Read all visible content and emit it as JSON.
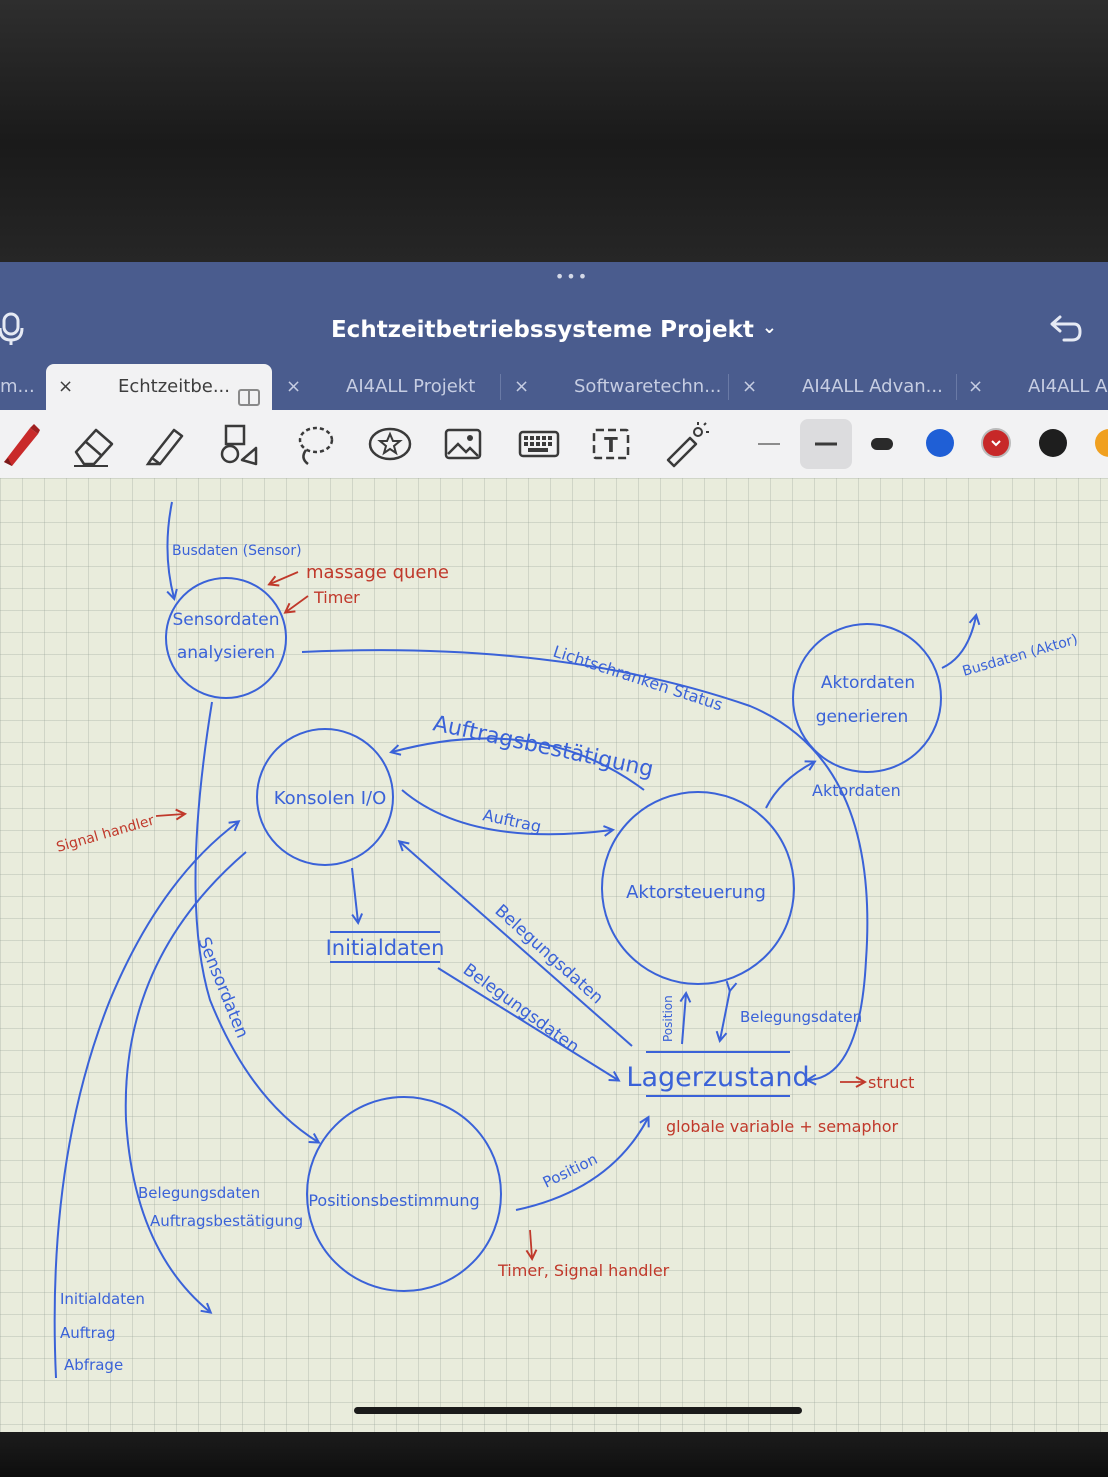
{
  "app": {
    "document_title": "Echtzeitbetriebssysteme Projekt",
    "title_chevron": "⌄",
    "grabber": "•••"
  },
  "tabs": [
    {
      "label": "m..."
    },
    {
      "label": "Echtzeitbe..."
    },
    {
      "label": "AI4ALL Projekt"
    },
    {
      "label": "Softwaretechn..."
    },
    {
      "label": "AI4ALL Advan..."
    },
    {
      "label": "AI4ALL A"
    }
  ],
  "tab_close": "×",
  "toolbar": {
    "tools": [
      "pen-icon",
      "eraser-icon",
      "highlighter-icon",
      "shapes-icon",
      "lasso-icon",
      "sticker-icon",
      "image-icon",
      "keyboard-icon",
      "text-icon",
      "laser-pointer-icon"
    ],
    "text_tool_glyph": "T",
    "colors": {
      "blue": "#1f5fd6",
      "red": "#c72828",
      "black": "#1e1e1e",
      "orange": "#f0a020"
    }
  },
  "ink": {
    "blue": "#3a62d8",
    "red": "#c0392b"
  },
  "diagram": {
    "processes": {
      "sensordaten": [
        "Sensordaten",
        "analysieren"
      ],
      "konsolen": "Konsolen I/O",
      "aktorsteuerung": "Aktorsteuerung",
      "aktordaten": [
        "Aktordaten",
        "generieren"
      ],
      "positionsbestimmung": "Positionsbestimmung"
    },
    "stores": {
      "initialdaten": "Initialdaten",
      "lagerzustand": "Lagerzustand"
    },
    "flows": {
      "busdaten_sensor": "Busdaten (Sensor)",
      "lichtschranken": "Lichtschranken Status",
      "auftragsbestaetigung": "Auftragsbestätigung",
      "auftrag": "Auftrag",
      "belegungsdaten_1": "Belegungsdaten",
      "belegungsdaten_2": "Belegungsdaten",
      "belegungsdaten_3": "Belegungsdaten",
      "sensordaten": "Sensordaten",
      "aktordaten": "Aktordaten",
      "busdaten_aktor": "Busdaten (Aktor)",
      "position_vertical": "Position",
      "position_diag": "Position",
      "left_bottom": [
        "Belegungsdaten",
        "Auftragsbestätigung"
      ],
      "far_left": [
        "Initialdaten",
        "Auftrag",
        "Abfrage"
      ]
    },
    "notes": {
      "massage_queue": "massage quene",
      "timer": "Timer",
      "signal_handler": "Signal handler",
      "struct": "struct",
      "globale": "globale variable + semaphor",
      "timer_signal": "Timer, Signal handler"
    }
  }
}
